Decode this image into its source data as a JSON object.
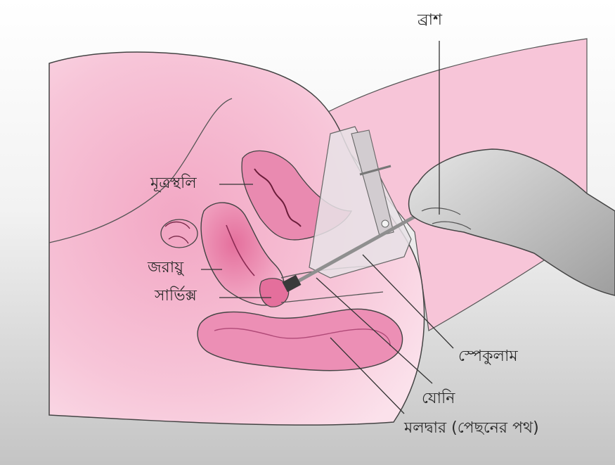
{
  "labels": {
    "brush": "ব্রাশ",
    "bladder": "মূত্রস্থলি",
    "uterus": "জরায়ু",
    "cervix": "সার্ভিক্স",
    "speculum": "স্পেকুলাম",
    "vagina": "যোনি",
    "rectum": "মলদ্বার (পেছনের পথ)"
  },
  "colors": {
    "background_top": "#ffffff",
    "background_bottom": "#c4c4c4",
    "tissue_light": "#f9d3e2",
    "tissue_mid": "#f2a7c4",
    "tissue_dark": "#e46f9c",
    "outline": "#333333",
    "hand": "#c9c9c9",
    "instrument": "#b5b5b5"
  }
}
